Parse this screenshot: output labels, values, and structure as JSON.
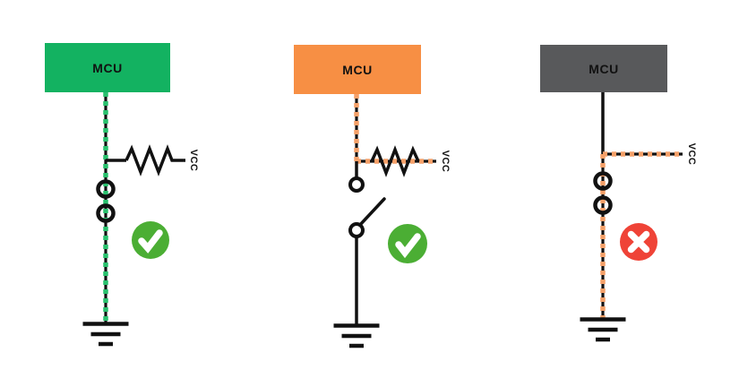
{
  "figure": {
    "background_color": "#ffffff",
    "wire_color": "#111111",
    "description_labels": {
      "mcu": "MCU",
      "vcc": "VCC"
    }
  },
  "panels": [
    {
      "mcu_label": "MCU",
      "vcc_label": "VCC",
      "mcu_color": "#13b261",
      "wire_dash_color": "#29c06d",
      "has_resistor": true,
      "switch_state": "closed",
      "verdict_icon": "check",
      "verdict_color": "#4bae34"
    },
    {
      "mcu_label": "MCU",
      "vcc_label": "VCC",
      "mcu_color": "#f78f44",
      "wire_dash_color": "#f5a069",
      "has_resistor": true,
      "switch_state": "open",
      "verdict_icon": "check",
      "verdict_color": "#4bae34"
    },
    {
      "mcu_label": "MCU",
      "vcc_label": "VCC",
      "mcu_color": "#58595b",
      "wire_dash_color": "#f5a069",
      "has_resistor": false,
      "switch_state": "closed",
      "verdict_icon": "cross",
      "verdict_color": "#ef4337"
    }
  ]
}
